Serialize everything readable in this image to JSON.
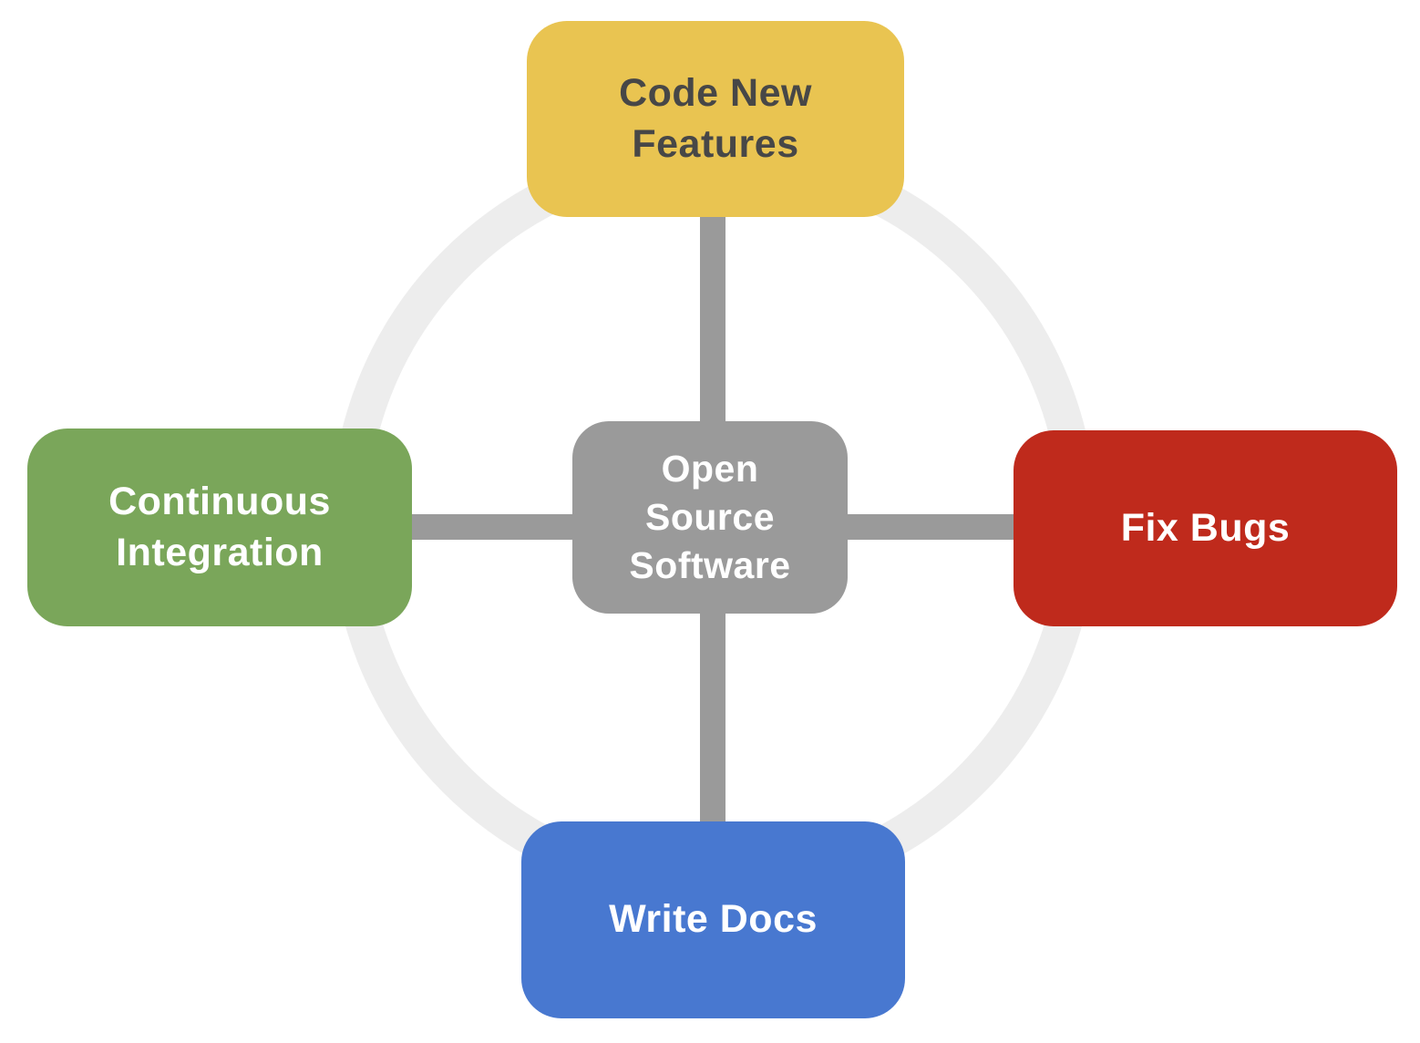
{
  "diagram": {
    "type": "hub-and-spoke cycle diagram",
    "background_color": "#ffffff",
    "ring": {
      "color": "#ededed",
      "role": "decorative background ring linking the four outer nodes"
    },
    "connector_color": "#9a9a9a",
    "center": {
      "id": "open-source-software",
      "label_lines": [
        "Open",
        "Source",
        "Software"
      ],
      "label": "Open Source Software",
      "fill_color": "#9a9a9a",
      "text_color": "#ffffff"
    },
    "nodes": [
      {
        "id": "code-new-features",
        "position": "top",
        "label_lines": [
          "Code New",
          "Features"
        ],
        "label": "Code New Features",
        "fill_color": "#e9c451",
        "text_color": "#474747"
      },
      {
        "id": "fix-bugs",
        "position": "right",
        "label_lines": [
          "Fix Bugs"
        ],
        "label": "Fix Bugs",
        "fill_color": "#bf2a1c",
        "text_color": "#ffffff"
      },
      {
        "id": "write-docs",
        "position": "bottom",
        "label_lines": [
          "Write Docs"
        ],
        "label": "Write Docs",
        "fill_color": "#4878d0",
        "text_color": "#ffffff"
      },
      {
        "id": "continuous-integration",
        "position": "left",
        "label_lines": [
          "Continuous",
          "Integration"
        ],
        "label": "Continuous Integration",
        "fill_color": "#7aa65a",
        "text_color": "#ffffff"
      }
    ]
  }
}
